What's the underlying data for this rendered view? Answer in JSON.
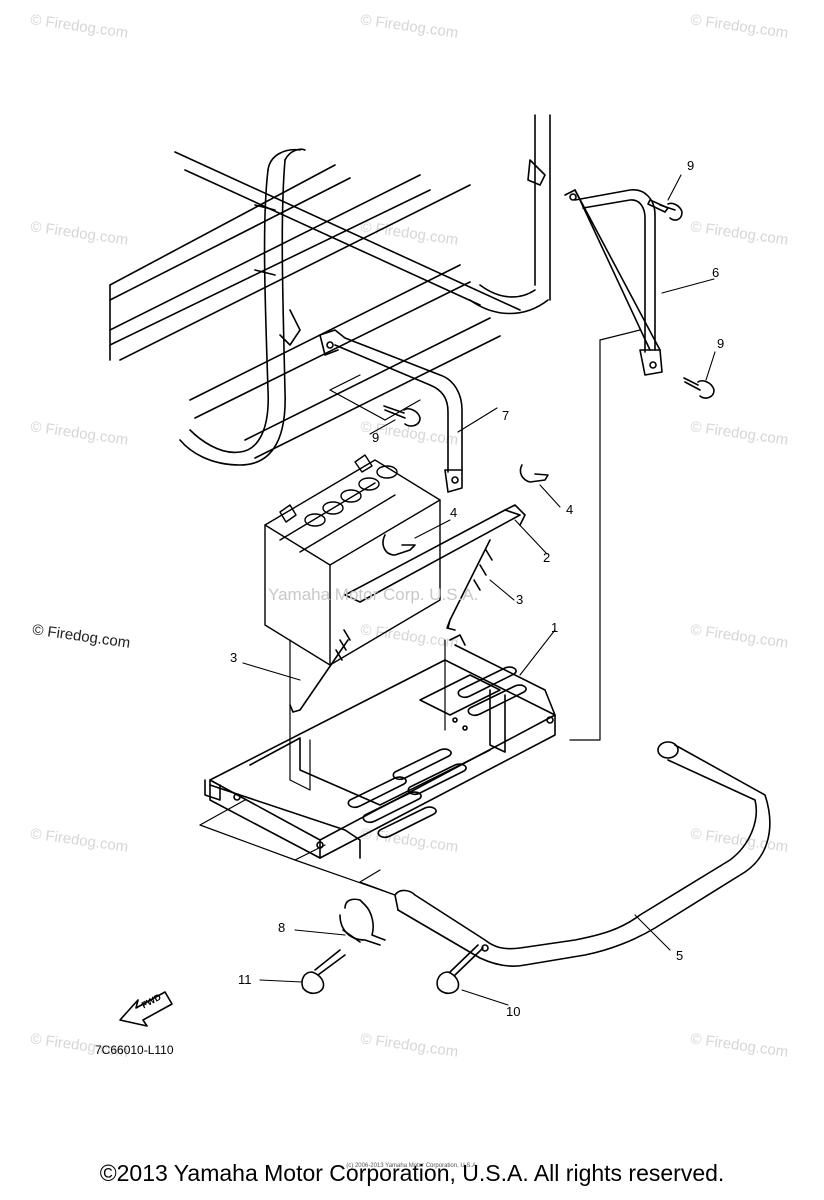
{
  "diagram": {
    "code": "7C66010-L110",
    "fwd_label": "FWD",
    "center_watermark": "Yamaha Motor Corp. U.S.A.",
    "side_credit": "© Firedog.com",
    "tiny_notice": "(c) 2006-2013 Yamaha Motor Corporation, U.S.A.",
    "copyright": "©2013 Yamaha Motor Corporation, U.S.A. All rights reserved.",
    "watermark_text": "© Firedog.com",
    "callouts": {
      "c1": "1",
      "c2": "2",
      "c3a": "3",
      "c3b": "3",
      "c4a": "4",
      "c4b": "4",
      "c5": "5",
      "c6": "6",
      "c7": "7",
      "c8": "8",
      "c9a": "9",
      "c9b": "9",
      "c9c": "9",
      "c10": "10",
      "c11": "11"
    }
  }
}
